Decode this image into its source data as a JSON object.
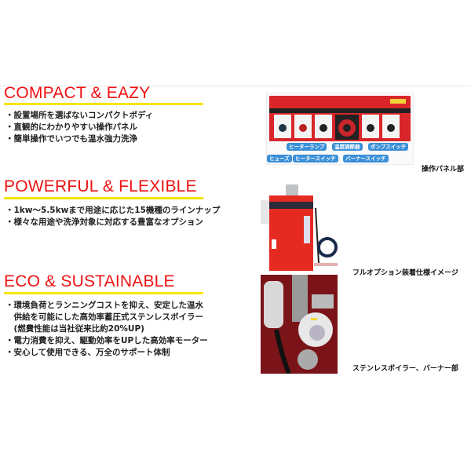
{
  "sections": [
    {
      "title": "COMPACT & EAZY",
      "bullets": [
        "・設置場所を選ばないコンパクトボディ",
        "・直観的にわかりやすい操作パネル",
        "・簡単操作でいつでも温水強力洗浄"
      ]
    },
    {
      "title": "POWERFUL & FLEXIBLE",
      "bullets": [
        "・1kw～5.5kwまで用途に応じた15機種のラインナップ",
        "・様々な用途や洗浄対象に対応する豊富なオプション"
      ]
    },
    {
      "title": "ECO & SUSTAINABLE",
      "bullets": [
        "・環境負荷とランニングコストを抑え、安定した温水",
        "　供給を可能にした高効率蓄圧式ステンレスボイラー",
        "　(燃費性能は当社従来比約20%UP)",
        "・電力消費を抑え、駆動効率をUPした高効率モーター",
        "・安心して使用できる、万全のサポート体制"
      ]
    }
  ],
  "images": {
    "panel": {
      "caption": "操作パネル部",
      "labels": [
        "ヒューズ",
        "ヒーターランプ",
        "ヒータースイッチ",
        "温度調節器",
        "バーナースイッチ",
        "ポンプスイッチ"
      ]
    },
    "machine": {
      "caption": "フルオプション装着仕様イメージ"
    },
    "boiler": {
      "caption": "ステンレスボイラー、バーナー部"
    }
  },
  "colors": {
    "heading": "#ee1111",
    "underline": "#f5e60a",
    "label_bg": "#3a8fd8"
  }
}
